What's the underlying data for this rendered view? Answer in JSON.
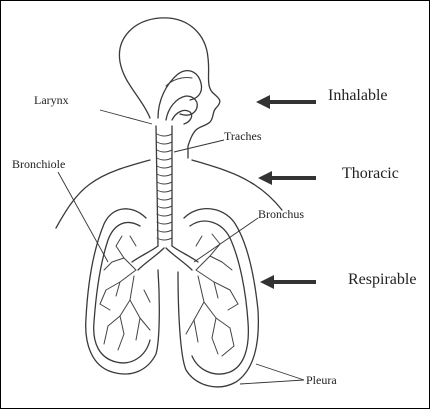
{
  "labels": {
    "larynx": "Larynx",
    "traches": "Traches",
    "bronchiole": "Bronchiole",
    "bronchus": "Bronchus",
    "pleura": "Pleura"
  },
  "regions": {
    "inhalable": "Inhalable",
    "thoracic": "Thoracic",
    "respirable": "Respirable"
  }
}
